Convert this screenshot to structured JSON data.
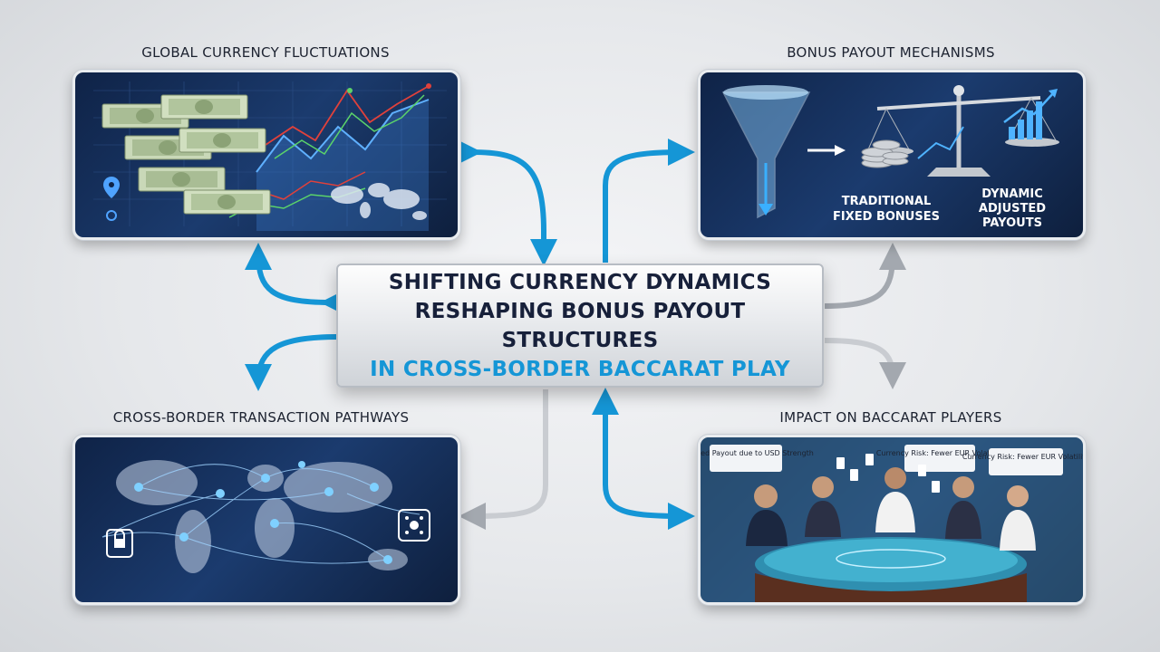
{
  "center": {
    "line1": "SHIFTING CURRENCY DYNAMICS",
    "line2": "RESHAPING BONUS PAYOUT STRUCTURES",
    "line3": "IN CROSS-BORDER BACCARAT PLAY"
  },
  "panels": {
    "top_left": {
      "title": "GLOBAL CURRENCY FLUCTUATIONS"
    },
    "top_right": {
      "title": "BONUS PAYOUT MECHANISMS",
      "label_left_1": "TRADITIONAL",
      "label_left_2": "FIXED BONUSES",
      "label_right_1": "DYNAMIC",
      "label_right_2": "ADJUSTED",
      "label_right_3": "PAYOUTS"
    },
    "bottom_left": {
      "title": "CROSS-BORDER TRANSACTION PATHWAYS"
    },
    "bottom_right": {
      "title": "IMPACT ON BACCARAT PLAYERS",
      "note_1": "Adjusted Payout due to USD Strength",
      "note_2": "Currency Risk: Fewer EUR Volatility",
      "note_3": "Currency Risk: Fewer EUR Volatility"
    }
  },
  "colors": {
    "accent_blue": "#1596d6",
    "arrow_grey": "#9aa0a8",
    "panel_navy": "#13294f"
  }
}
